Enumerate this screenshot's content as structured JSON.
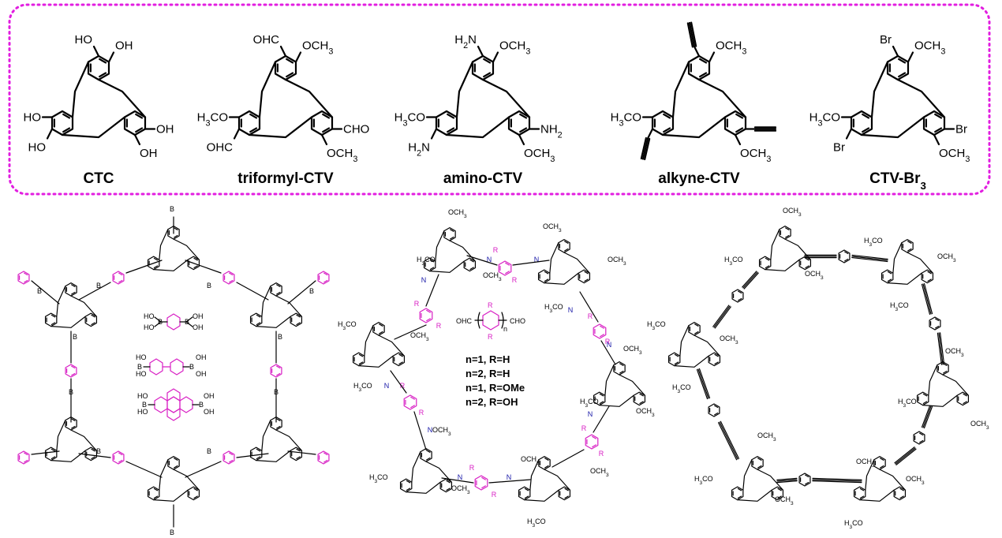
{
  "monomers": [
    {
      "name": "CTC",
      "name_sub": "",
      "labels": [
        "HO",
        "OH",
        "HO",
        "OH",
        "HO",
        "OH"
      ]
    },
    {
      "name": "triformyl-CTV",
      "name_sub": "",
      "labels": [
        "OHC",
        "OCH3",
        "H3CO",
        "CHO",
        "OHC",
        "OCH3"
      ]
    },
    {
      "name": "amino-CTV",
      "name_sub": "",
      "labels": [
        "H2N",
        "OCH3",
        "H3CO",
        "NH2",
        "H2N",
        "OCH3"
      ]
    },
    {
      "name": "alkyne-CTV",
      "name_sub": "",
      "labels": [
        "",
        "OCH3",
        "H3CO",
        "",
        "",
        "OCH3"
      ]
    },
    {
      "name": "CTV-Br",
      "name_sub": "3",
      "labels": [
        "Br",
        "OCH3",
        "H3CO",
        "Br",
        "Br",
        "OCH3"
      ]
    }
  ],
  "atoms": {
    "boron": "B",
    "oxygen": "O",
    "nitrogen": "N",
    "och3": "OCH3",
    "h3co": "H3CO",
    "oh": "OH",
    "ho": "HO",
    "r": "R",
    "n": "n",
    "ohc": "OHC",
    "cho": "CHO"
  },
  "linker_conditions": [
    "n=1, R=H",
    "n=2, R=H",
    "n=1, R=OMe",
    "n=2, R=OH"
  ],
  "colors": {
    "frame": "#e21ee0",
    "linker": "#d81fc4",
    "nitrogen": "#1a1aa8",
    "ink": "#000000"
  },
  "icons": {
    "frame": "dotted-rounded-rectangle"
  }
}
